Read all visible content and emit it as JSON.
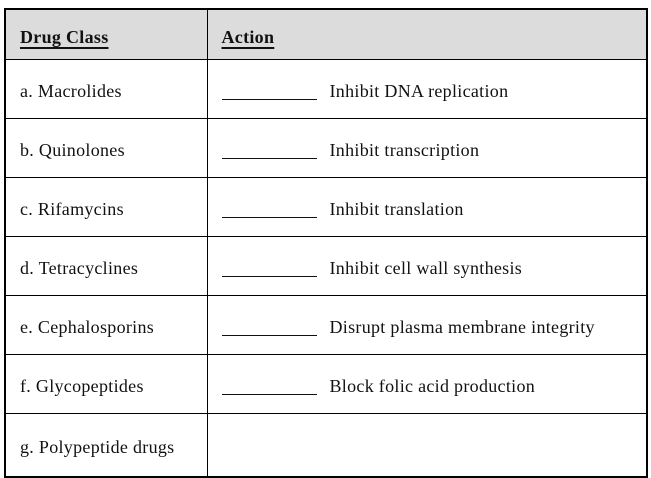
{
  "colors": {
    "header_bg": "#dcdcdc",
    "border": "#000000",
    "text": "#111111",
    "page_bg": "#ffffff"
  },
  "table": {
    "headers": [
      {
        "label": "Drug Class"
      },
      {
        "label": "Action"
      }
    ],
    "rows": [
      {
        "drug": "a. Macrolides",
        "action": "Inhibit DNA replication",
        "blank": true
      },
      {
        "drug": "b. Quinolones",
        "action": "Inhibit transcription",
        "blank": true
      },
      {
        "drug": "c. Rifamycins",
        "action": "Inhibit translation",
        "blank": true
      },
      {
        "drug": "d. Tetracyclines",
        "action": "Inhibit cell wall synthesis",
        "blank": true
      },
      {
        "drug": "e. Cephalosporins",
        "action": "Disrupt plasma membrane integrity",
        "blank": true
      },
      {
        "drug": "f. Glycopeptides",
        "action": "Block folic acid production",
        "blank": true
      },
      {
        "drug": "g. Polypeptide drugs",
        "action": "",
        "blank": false
      }
    ]
  }
}
